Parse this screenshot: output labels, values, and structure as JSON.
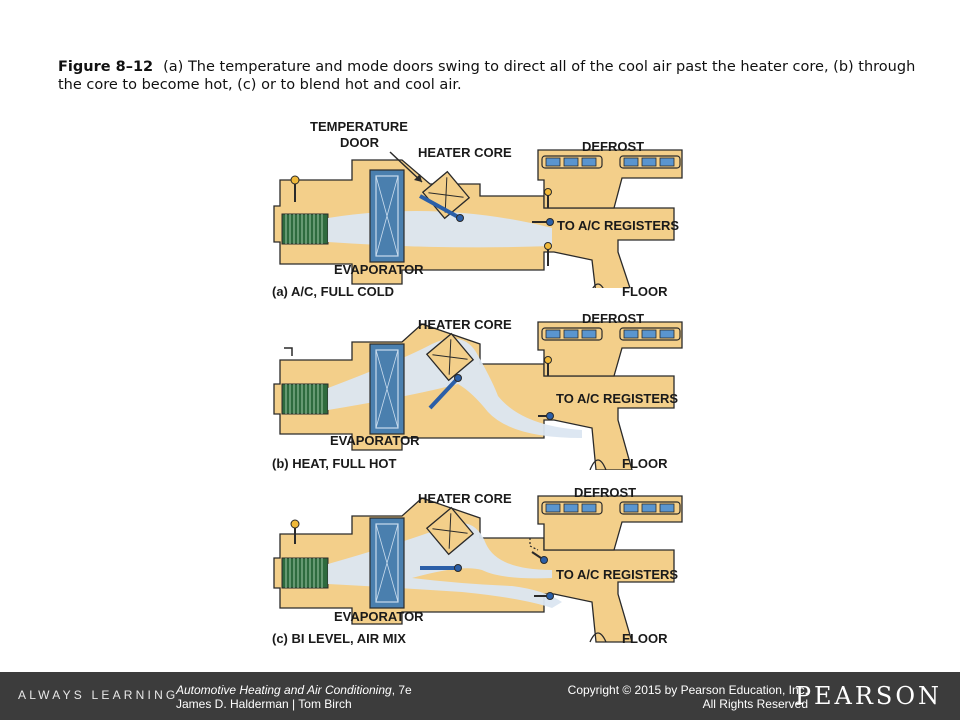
{
  "caption": {
    "label": "Figure 8–12",
    "text": "(a) The temperature and mode doors swing to direct all of the cool air past the heater core, (b) through the core to become hot, (c) or to blend hot and cool air."
  },
  "panels": [
    {
      "labels": {
        "temperature_door": "TEMPERATURE",
        "temperature_door_2": "DOOR",
        "heater_core": "HEATER CORE",
        "defrost": "DEFROST",
        "ac_registers": "TO A/C REGISTERS",
        "evaporator": "EVAPORATOR",
        "floor": "FLOOR",
        "caption": "(a) A/C, FULL COLD"
      }
    },
    {
      "labels": {
        "heater_core": "HEATER CORE",
        "defrost": "DEFROST",
        "ac_registers": "TO A/C REGISTERS",
        "evaporator": "EVAPORATOR",
        "floor": "FLOOR",
        "caption": "(b) HEAT, FULL HOT"
      }
    },
    {
      "labels": {
        "heater_core": "HEATER CORE",
        "defrost": "DEFROST",
        "ac_registers": "TO A/C REGISTERS",
        "evaporator": "EVAPORATOR",
        "floor": "FLOOR",
        "caption": "(c) BI LEVEL, AIR MIX"
      }
    }
  ],
  "colors": {
    "duct": "#f3cf8a",
    "duct_outline": "#2a2a2a",
    "evaporator": "#4a7fae",
    "blower": "#2e6b3e",
    "door": "#2b5fa8",
    "vent": "#5a95cf",
    "airflow": "#dbe6f1",
    "footer": "#3c3c3c"
  },
  "footer": {
    "tagline": "ALWAYS LEARNING",
    "book_title": "Automotive Heating and Air Conditioning",
    "book_edition": ", 7e",
    "authors": "James D. Halderman | Tom Birch",
    "copyright": "Copyright © 2015 by Pearson Education, Inc.",
    "rights": "All Rights Reserved",
    "brand": "PEARSON"
  }
}
